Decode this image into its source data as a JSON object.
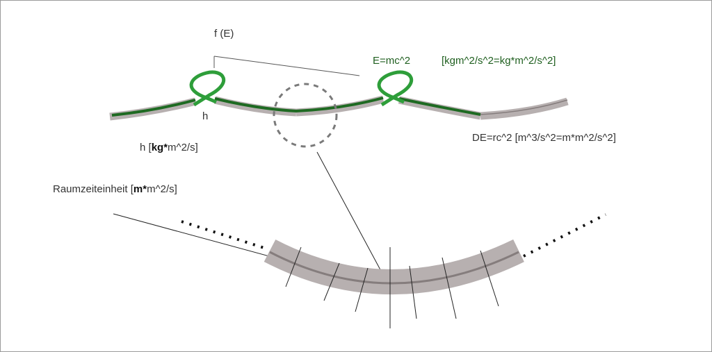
{
  "labels": {
    "f_e": "f (E)",
    "h": "h",
    "h_unit_prefix": "h [",
    "h_unit_bold": "kg*",
    "h_unit_suffix": "m^2/s]",
    "emc2": "E=mc^2",
    "emc2_units": "[kgm^2/s^2=kg*m^2/s^2]",
    "de": "DE=rc^2 [m^3/s^2=m*m^2/s^2]",
    "raum_prefix": "Raumzeiteinheit [",
    "raum_bold": "m*",
    "raum_suffix": "m^2/s]"
  },
  "colors": {
    "loop_green": "#2e9e3a",
    "text_green": "#1f5f1f",
    "band_gray": "#b7b0b0",
    "core_gray": "#857d7d"
  }
}
